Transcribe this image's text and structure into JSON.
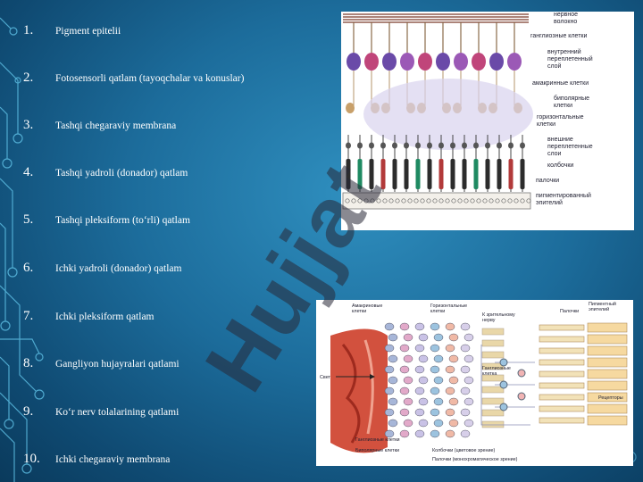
{
  "items": [
    {
      "num": "1.",
      "label": "Pigment epitelii"
    },
    {
      "num": "2.",
      "label": "Fotosensorli qatlam (tayoqchalar va konuslar)"
    },
    {
      "num": "3.",
      "label": "Tashqi chegaraviy membrana"
    },
    {
      "num": "4.",
      "label": "Tashqi yadroli (donador) qatlam"
    },
    {
      "num": "5.",
      "label": "Tashqi pleksiform (to‘rli) qatlam"
    },
    {
      "num": "6.",
      "label": "Ichki yadroli (donador) qatlam"
    },
    {
      "num": "7.",
      "label": "Ichki pleksiform qatlam"
    },
    {
      "num": "8.",
      "label": "Gangliyon hujayralari qatlami"
    },
    {
      "num": "9.",
      "label": "Ko‘r nerv tolalarining qatlami"
    },
    {
      "num": "10.",
      "label": "Ichki chegaraviy membrana"
    }
  ],
  "diagram1": {
    "labels": [
      "нервное\nволокно",
      "ганглиозные клетки",
      "внутренний\nпереплетенный\nслой",
      "амакринные клетки",
      "биполярные\nклетки",
      "горизонтальные\nклетки",
      "внешние\nпереплетенные\nслои",
      "колбочки",
      "палочки",
      "пигментированный\nэпителий"
    ]
  },
  "diagram2": {
    "labels": [
      "Амакриновые\nклетки",
      "Горизонтальные\nклетки",
      "К зрительному\nнерву",
      "Палочки",
      "Пигментный\nэпителий",
      "Свет",
      "Ганглиозные\nклетка",
      "Рецепторы",
      "Ганглиозные клетки",
      "Биполярные клетки",
      "Колбочки (цветовое зрение)",
      "Палочки (монохроматическое зрение)"
    ]
  },
  "watermark": "Hujjat"
}
